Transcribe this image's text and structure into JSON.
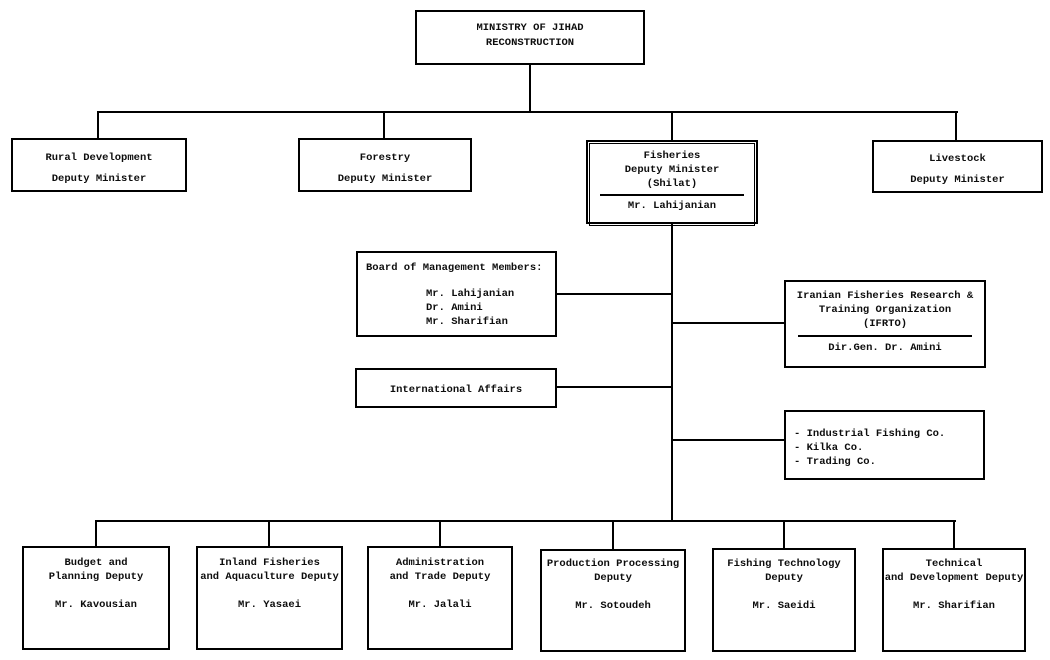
{
  "nodes": {
    "ministry": {
      "lines": [
        "MINISTRY OF JIHAD",
        "RECONSTRUCTION"
      ]
    },
    "rural": {
      "lines": [
        "Rural Development",
        "Deputy Minister"
      ]
    },
    "forestry": {
      "lines": [
        "Forestry",
        "Deputy Minister"
      ]
    },
    "fisheries": {
      "lines": [
        "Fisheries",
        "Deputy Minister",
        "(Shilat)"
      ],
      "person": "Mr. Lahijanian"
    },
    "livestock": {
      "lines": [
        "Livestock",
        "Deputy Minister"
      ]
    },
    "board": {
      "heading": "Board of Management Members:",
      "members": [
        "Mr. Lahijanian",
        "Dr. Amini",
        "Mr. Sharifian"
      ]
    },
    "ifrto": {
      "lines": [
        "Iranian Fisheries Research &",
        "Training Organization",
        "(IFRTO)"
      ],
      "person": "Dir.Gen. Dr. Amini"
    },
    "international": {
      "lines": [
        "International Affairs"
      ]
    },
    "companies": {
      "items": [
        "- Industrial Fishing Co.",
        "- Kilka Co.",
        "- Trading Co."
      ]
    },
    "budget": {
      "lines": [
        "Budget and",
        "Planning Deputy"
      ],
      "person": "Mr. Kavousian"
    },
    "inland": {
      "lines": [
        "Inland Fisheries",
        "and Aquaculture Deputy"
      ],
      "person": "Mr. Yasaei"
    },
    "admin": {
      "lines": [
        "Administration",
        "and Trade Deputy"
      ],
      "person": "Mr. Jalali"
    },
    "production": {
      "lines": [
        "Production Processing",
        "Deputy"
      ],
      "person": "Mr. Sotoudeh"
    },
    "fishing_tech": {
      "lines": [
        "Fishing Technology",
        "Deputy"
      ],
      "person": "Mr. Saeidi"
    },
    "technical": {
      "lines": [
        "Technical",
        "and Development Deputy"
      ],
      "person": "Mr. Sharifian"
    }
  },
  "colors": {
    "line": "#000000",
    "background": "#ffffff",
    "text": "#0d0d0d"
  }
}
